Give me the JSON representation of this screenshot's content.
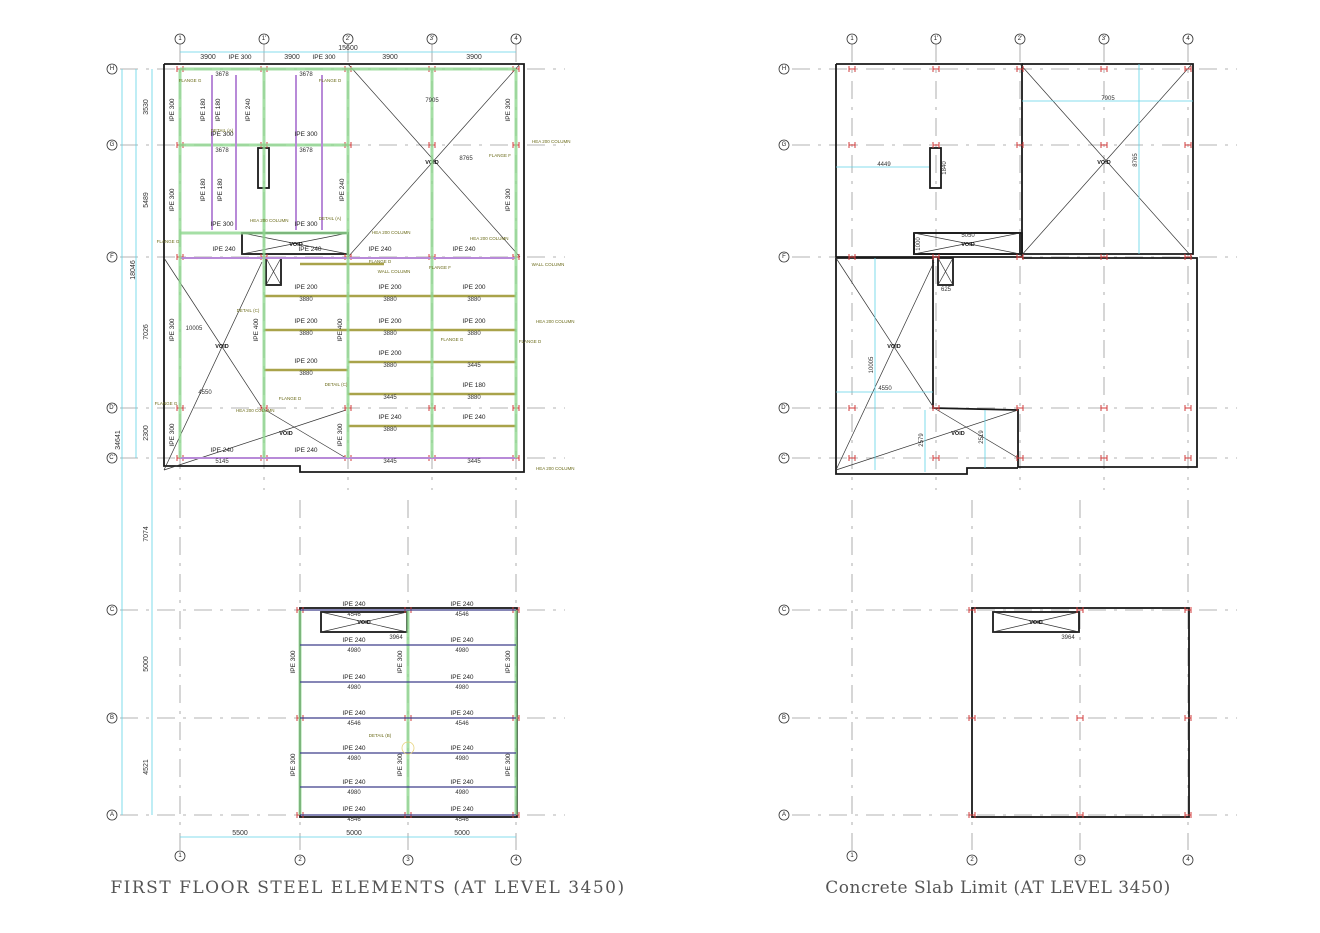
{
  "grid": {
    "cols_upper": [
      "1",
      "1'",
      "2'",
      "3'",
      "4"
    ],
    "cols_lower": [
      "1",
      "2",
      "3",
      "4"
    ],
    "rows_upper": [
      "H",
      "G",
      "F",
      "D'",
      "C'"
    ],
    "rows_lower": [
      "C",
      "B",
      "A"
    ]
  },
  "steel_plan": {
    "title": "FIRST FLOOR STEEL ELEMENTS (AT LEVEL 3450)",
    "overall_width": "15600",
    "top_spans": [
      "3900",
      "3900",
      "3900",
      "3900"
    ],
    "left_dims": [
      "3530",
      "5489",
      "7026",
      "2300",
      "7074",
      "5000",
      "4521"
    ],
    "overall_left": [
      "18046",
      "34641"
    ],
    "bottom_spans": [
      "5500",
      "5000",
      "5000"
    ],
    "void_label": "VOID",
    "detail_labels": [
      "DETAIL (A)",
      "DETAIL (A)",
      "DETAIL (C)",
      "DETAIL (C)",
      "DETAIL (B)"
    ],
    "upper_labels": [
      "IPE 300",
      "IPE 300",
      "IPE 300",
      "IPE 300",
      "IPE 300",
      "IPE 300",
      "IPE 240",
      "IPE 240",
      "IPE 240",
      "IPE 240",
      "IPE 200",
      "IPE 200",
      "IPE 200",
      "IPE 200",
      "IPE 200",
      "IPE 200",
      "IPE 200",
      "IPE 200",
      "IPE 180",
      "IPE 240",
      "IPE 240",
      "IPE 240",
      "IPE 240"
    ],
    "upper_values": [
      "3678",
      "3678",
      "3678",
      "3678",
      "7905",
      "8765",
      "3880",
      "3880",
      "3880",
      "3880",
      "3880",
      "3880",
      "3880",
      "3880",
      "3880",
      "3880",
      "3445",
      "3445",
      "5145",
      "3445",
      "3445",
      "10005",
      "4550"
    ],
    "vertical_labels": [
      "IPE 300",
      "IPE 300",
      "IPE 180",
      "IPE 180",
      "IPE 240",
      "IPE 180",
      "IPE 180",
      "IPE 240",
      "IPE 300",
      "IPE 300",
      "IPE 300",
      "IPE 400",
      "IPE 400",
      "IPE 300",
      "IPE 300"
    ],
    "lower_labels": [
      "IPE 240",
      "IPE 240",
      "IPE 240",
      "IPE 240",
      "IPE 240",
      "IPE 240",
      "IPE 240",
      "IPE 240",
      "IPE 240",
      "IPE 240",
      "IPE 240",
      "IPE 240",
      "IPE 240",
      "IPE 240"
    ],
    "lower_values": [
      "4546",
      "4546",
      "4980",
      "4980",
      "4980",
      "4980",
      "4546",
      "4546",
      "4980",
      "4980",
      "4980",
      "4980",
      "4546",
      "4546"
    ],
    "lower_vertical": [
      "IPE 300",
      "IPE 300",
      "IPE 300",
      "IPE 300",
      "IPE 300",
      "IPE 300"
    ],
    "lower_void_dim": "3964",
    "column_label": "HEA 200 COLUMN",
    "flange_labels": [
      "FLANGE G",
      "FLANGE D",
      "FLANGE F",
      "FLANGE G",
      "FLANGE D",
      "FLANGE F",
      "FLANGE G",
      "FLANGE D",
      "FLANGE G",
      "FLANGE D"
    ],
    "wall_column": "WALL COLUMN"
  },
  "slab_plan": {
    "title": "Concrete Slab Limit (AT LEVEL 3450)",
    "dims": [
      "7905",
      "8765",
      "4449",
      "1840",
      "5050",
      "1000",
      "10005",
      "4550",
      "2579",
      "2519",
      "625",
      "3964"
    ],
    "void_label": "VOID"
  },
  "colors": {
    "beam_green": "#8fd88f",
    "beam_purple": "#b88ad8",
    "beam_olive": "#a9a34a",
    "dimension": "#5fd3e6",
    "column": "#d23c3c"
  }
}
